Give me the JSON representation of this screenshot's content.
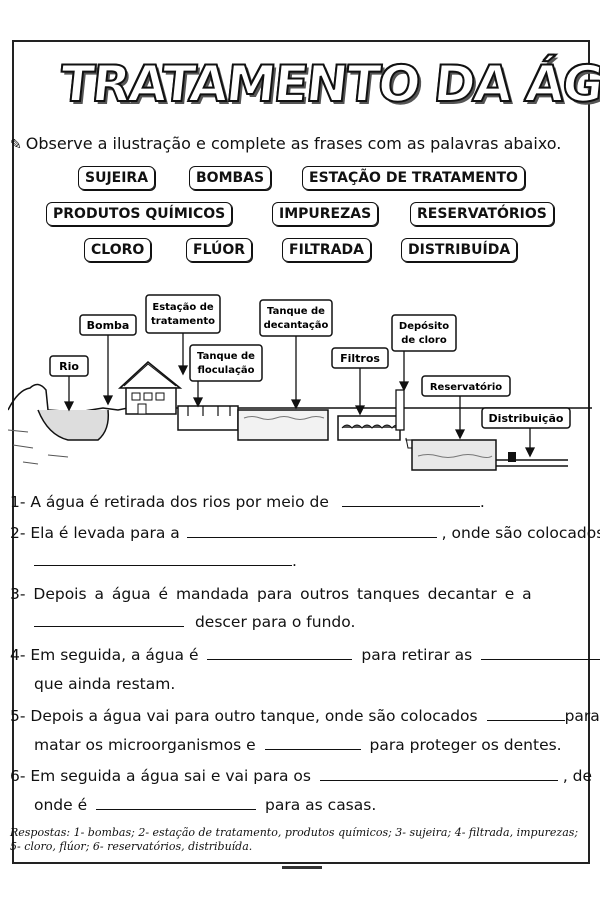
{
  "title": "TRATAMENTO DA ÁGUA",
  "instruction": "Observe a ilustração e complete as frases com as palavras abaixo.",
  "word_bank": [
    "SUJEIRA",
    "BOMBAS",
    "ESTAÇÃO DE TRATAMENTO",
    "PRODUTOS QUÍMICOS",
    "IMPUREZAS",
    "RESERVATÓRIOS",
    "CLORO",
    "FLÚOR",
    "FILTRADA",
    "DISTRIBUÍDA"
  ],
  "diagram_labels": {
    "rio": "Rio",
    "bomba": "Bomba",
    "estacao_1": "Estação de",
    "estacao_2": "tratamento",
    "floculacao_1": "Tanque de",
    "floculacao_2": "floculação",
    "decantacao_1": "Tanque de",
    "decantacao_2": "decantação",
    "filtros": "Filtros",
    "cloro_1": "Depósito",
    "cloro_2": "de cloro",
    "reservatorio": "Reservatório",
    "distribuicao": "Distribuição"
  },
  "questions": {
    "q1a": "1- A água é retirada dos rios por meio de",
    "q1b": ".",
    "q2a": "2- Ela é levada para a",
    "q2b": ", onde são colocados",
    "q2c": ".",
    "q3a": "3- Depois a água é mandada para outros tanques decantar e a",
    "q3b": "descer para o fundo.",
    "q4a": "4- Em seguida, a água é",
    "q4b": "para retirar as",
    "q4c": "que ainda restam.",
    "q5a": "5- Depois a água vai para outro tanque, onde são colocados",
    "q5b": "para",
    "q5c": "matar os microorganismos e",
    "q5d": "para proteger os dentes.",
    "q6a": "6- Em seguida a água sai e vai para os",
    "q6b": ", de",
    "q6c": "onde é",
    "q6d": "para as casas."
  },
  "answers": "Respostas: 1- bombas; 2- estação de tratamento, produtos químicos; 3- sujeira; 4- filtrada, impurezas; 5- cloro, flúor; 6- reservatórios, distribuída."
}
